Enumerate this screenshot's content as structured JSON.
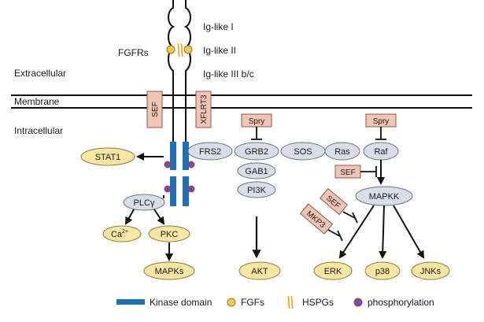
{
  "regions": {
    "extracellular": "Extracellular",
    "membrane": "Membrane",
    "intracellular": "Intracellular"
  },
  "receptor": {
    "label": "FGFRs",
    "domains": [
      "Ig-like I",
      "Ig-like II",
      "Ig-like III b/c"
    ]
  },
  "membrane_proteins": {
    "sef": "SEF",
    "xflrt3": "XFLRT3"
  },
  "nodes": {
    "stat1": "STAT1",
    "plcg": "PLCγ",
    "ca": "Ca",
    "ca_sup": "2+",
    "pkc": "PKC",
    "mapks": "MAPKs",
    "frs2": "FRS2",
    "grb2": "GRB2",
    "sos": "SOS",
    "ras": "Ras",
    "raf": "Raf",
    "gab1": "GAB1",
    "pi3k": "PI3K",
    "akt": "AKT",
    "mapkk": "MAPKK",
    "erk": "ERK",
    "p38": "p38",
    "jnks": "JNKs"
  },
  "inhibitors": {
    "spry_left": "Spry",
    "spry_right": "Spry",
    "sef_box": "SEF",
    "sef_tilted": "SEF",
    "mkp3": "MKP3"
  },
  "legend": {
    "kinase": "Kinase domain",
    "fgfs": "FGFs",
    "hspgs": "HSPGs",
    "phosphorylation": "phosphorylation"
  },
  "colors": {
    "yellow_fill": "#f9e6a3",
    "yellow_stroke": "#8a7a3a",
    "grey_fill": "#d7dee7",
    "grey_stroke": "#6b7380",
    "pink_fill": "#f2c4b3",
    "pink_stroke": "#8c5a4c",
    "kinase_blue": "#1f6fb4",
    "fgf_yellow": "#f2c94c",
    "hspg_orange": "#f0a020",
    "phospho_purple": "#6a4fb4",
    "phospho_red": "#c0392b"
  }
}
